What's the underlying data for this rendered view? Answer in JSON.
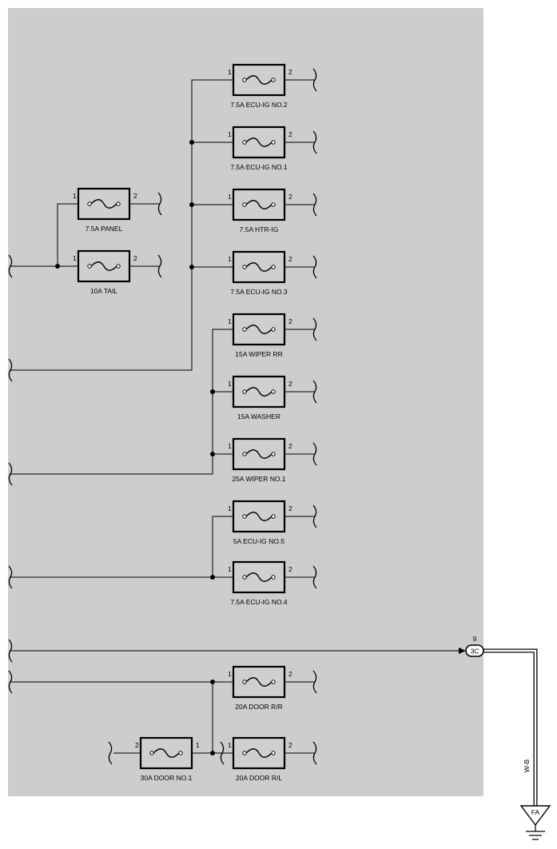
{
  "colors": {
    "panel": "#cdcdcd",
    "line": "#000000",
    "background": "#ffffff"
  },
  "fuses": [
    {
      "id": "ecu-ig-no2",
      "label": "7.5A ECU-IG NO.2",
      "pin_left": "1",
      "pin_right": "2"
    },
    {
      "id": "ecu-ig-no1",
      "label": "7.5A ECU-IG NO.1",
      "pin_left": "1",
      "pin_right": "2"
    },
    {
      "id": "panel",
      "label": "7.5A PANEL",
      "pin_left": "1",
      "pin_right": "2"
    },
    {
      "id": "htr-ig",
      "label": "7.5A HTR-IG",
      "pin_left": "1",
      "pin_right": "2"
    },
    {
      "id": "tail",
      "label": "10A TAIL",
      "pin_left": "1",
      "pin_right": "2"
    },
    {
      "id": "ecu-ig-no3",
      "label": "7.5A ECU-IG NO.3",
      "pin_left": "1",
      "pin_right": "2"
    },
    {
      "id": "wiper-rr",
      "label": "15A WIPER RR",
      "pin_left": "1",
      "pin_right": "2"
    },
    {
      "id": "washer",
      "label": "15A WASHER",
      "pin_left": "1",
      "pin_right": "2"
    },
    {
      "id": "wiper-no1",
      "label": "25A WIPER NO.1",
      "pin_left": "1",
      "pin_right": "2"
    },
    {
      "id": "ecu-ig-no5",
      "label": "5A ECU-IG NO.5",
      "pin_left": "1",
      "pin_right": "2"
    },
    {
      "id": "ecu-ig-no4",
      "label": "7.5A ECU-IG NO.4",
      "pin_left": "1",
      "pin_right": "2"
    },
    {
      "id": "door-rr",
      "label": "20A DOOR R/R",
      "pin_left": "1",
      "pin_right": "2"
    },
    {
      "id": "door-no1",
      "label": "30A DOOR NO.1",
      "pin_left": "2",
      "pin_right": "1"
    },
    {
      "id": "door-rl",
      "label": "20A DOOR R/L",
      "pin_left": "1",
      "pin_right": "2"
    }
  ],
  "connector": {
    "pin": "9",
    "code": "3C"
  },
  "wire_color": "W-B",
  "ground": {
    "code": "FA"
  }
}
